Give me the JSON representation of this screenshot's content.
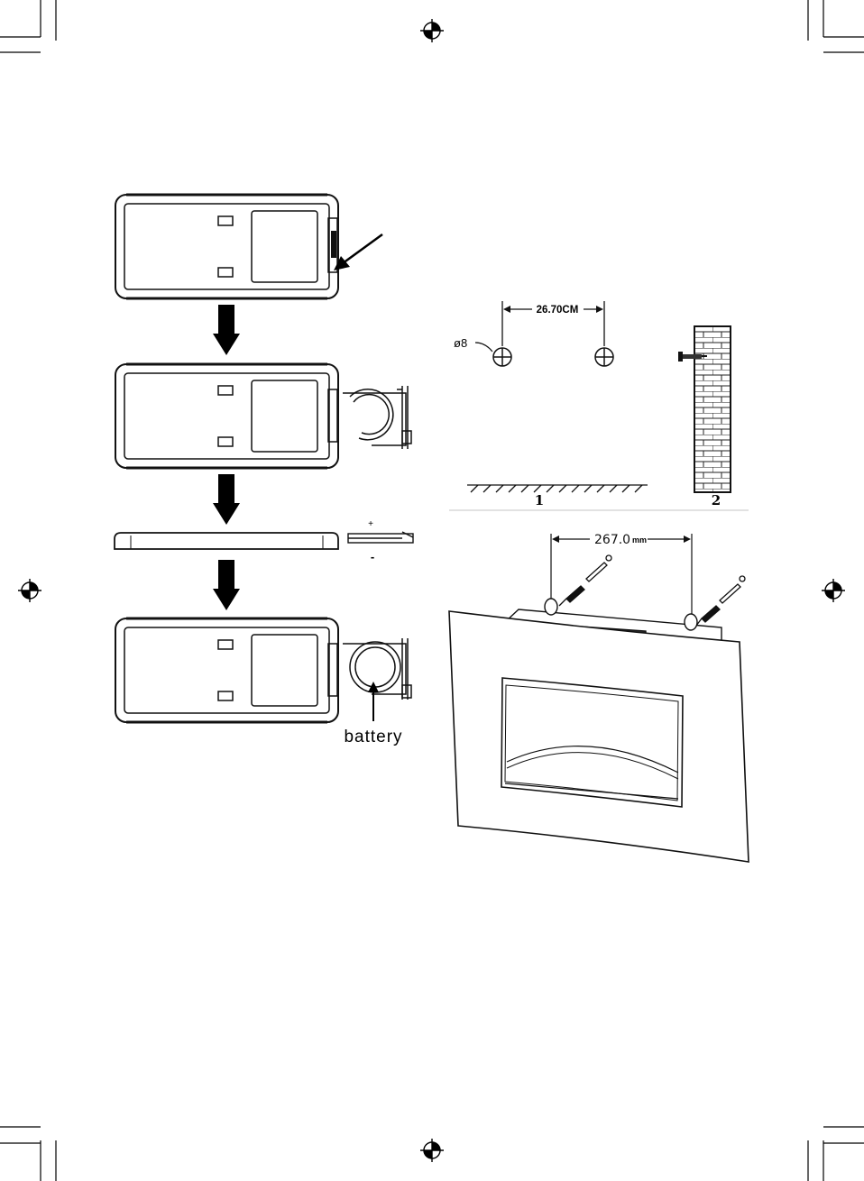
{
  "remote_steps": {
    "battery_label": "battery",
    "polarity_plus": "+",
    "polarity_minus": "-"
  },
  "wall_layout": {
    "hole_spacing_label": "26.70CM",
    "hole_diameter_label": "ø8",
    "floor_label": "1",
    "wall_label": "2"
  },
  "bracket_mounting": {
    "bracket_spacing_value": "267.0",
    "bracket_spacing_unit": "mm"
  },
  "colors": {
    "ink": "#1a1a1a",
    "brick_fill": "#ffffff"
  }
}
